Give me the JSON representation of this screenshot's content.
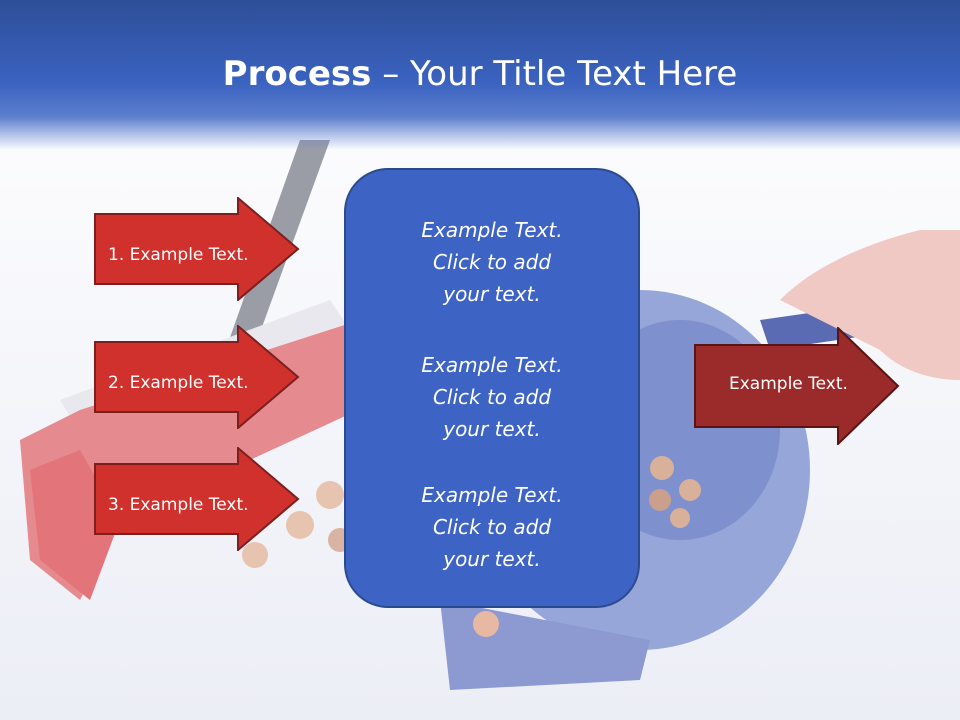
{
  "title": {
    "bold": "Process",
    "dash": " – ",
    "rest": "Your Title Text Here"
  },
  "left_arrows": [
    {
      "label": "1. Example Text."
    },
    {
      "label": "2. Example Text."
    },
    {
      "label": "3. Example Text."
    }
  ],
  "center_box": {
    "paragraphs": [
      {
        "line1": "Example Text.",
        "line2": "Click  to add",
        "line3": "your text."
      },
      {
        "line1": "Example Text.",
        "line2": "Click  to add",
        "line3": "your text."
      },
      {
        "line1": "Example Text.",
        "line2": "Click  to add",
        "line3": "your text."
      }
    ]
  },
  "right_arrow": {
    "label": "Example Text."
  },
  "colors": {
    "header_blue": "#3a62c0",
    "arrow_red": "#d0312d",
    "arrow_dark_red": "#9b2b2b",
    "box_blue": "#3d63c4",
    "text_white": "#ffffff"
  },
  "icons": {
    "background": "broom-dustpan-photo"
  }
}
